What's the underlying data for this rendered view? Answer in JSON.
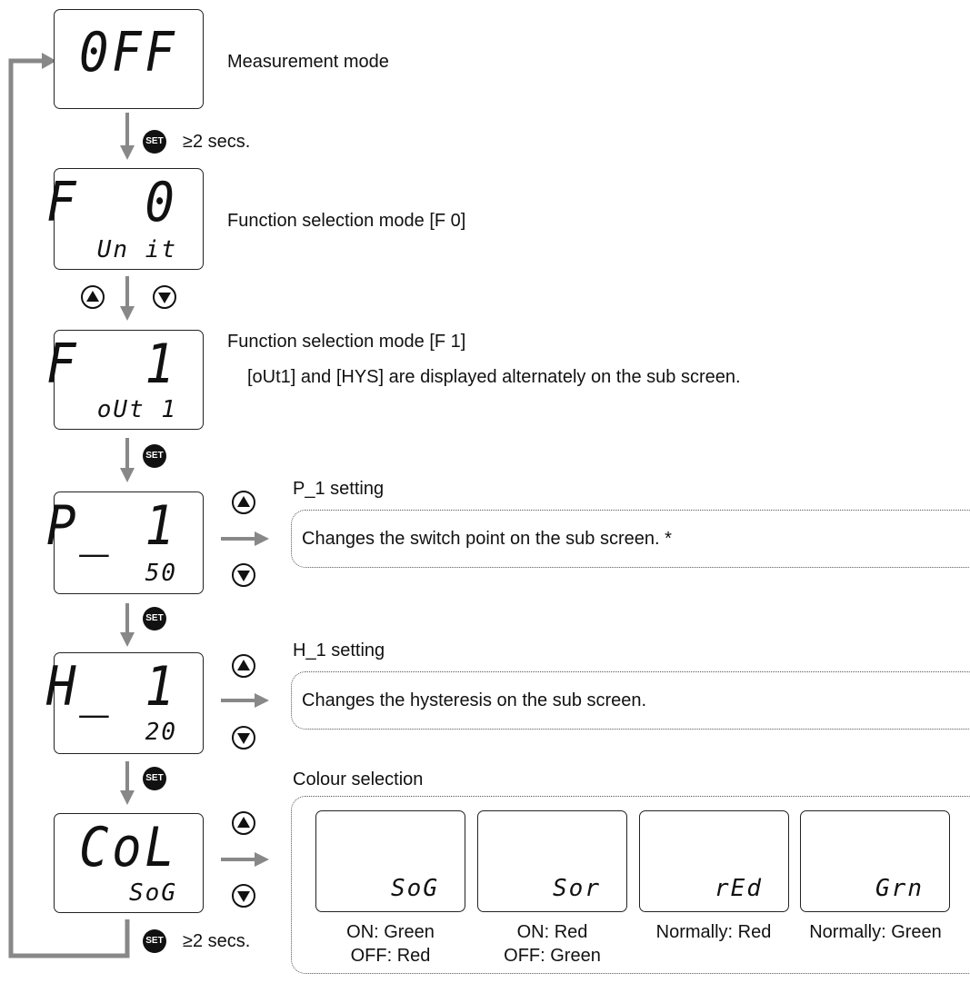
{
  "screens": {
    "measurement": {
      "main": "0FF"
    },
    "f0": {
      "main": "F  0",
      "sub": "Un it"
    },
    "f1": {
      "main": "F  1",
      "sub": "oUt 1"
    },
    "p1": {
      "main": "P_ 1",
      "sub": "50"
    },
    "h1": {
      "main": "H_ 1",
      "sub": "20"
    },
    "col": {
      "main": "CoL",
      "sub": "SoG"
    }
  },
  "labels": {
    "measurement_mode": "Measurement mode",
    "f0_mode": "Function selection mode [F 0]",
    "f1_mode": "Function selection mode [F 1]",
    "f1_note": "[oUt1] and [HYS] are displayed alternately on the sub screen.",
    "p1_setting": "P_1 setting",
    "p1_desc": "Changes the switch point on the sub screen. *",
    "h1_setting": "H_1 setting",
    "h1_desc": "Changes the hysteresis on the sub screen.",
    "colour_selection": "Colour selection",
    "hold_top": "≥2 secs.",
    "hold_bottom": "≥2 secs."
  },
  "buttons": {
    "set_label": "SET"
  },
  "colour_options": [
    {
      "code": "SoG",
      "caption": "ON: Green\nOFF: Red"
    },
    {
      "code": "Sor",
      "caption": "ON: Red\nOFF: Green"
    },
    {
      "code": "rEd",
      "caption": "Normally: Red"
    },
    {
      "code": "Grn",
      "caption": "Normally: Green"
    }
  ],
  "colors": {
    "line": "#111111",
    "arrow": "#888888"
  }
}
